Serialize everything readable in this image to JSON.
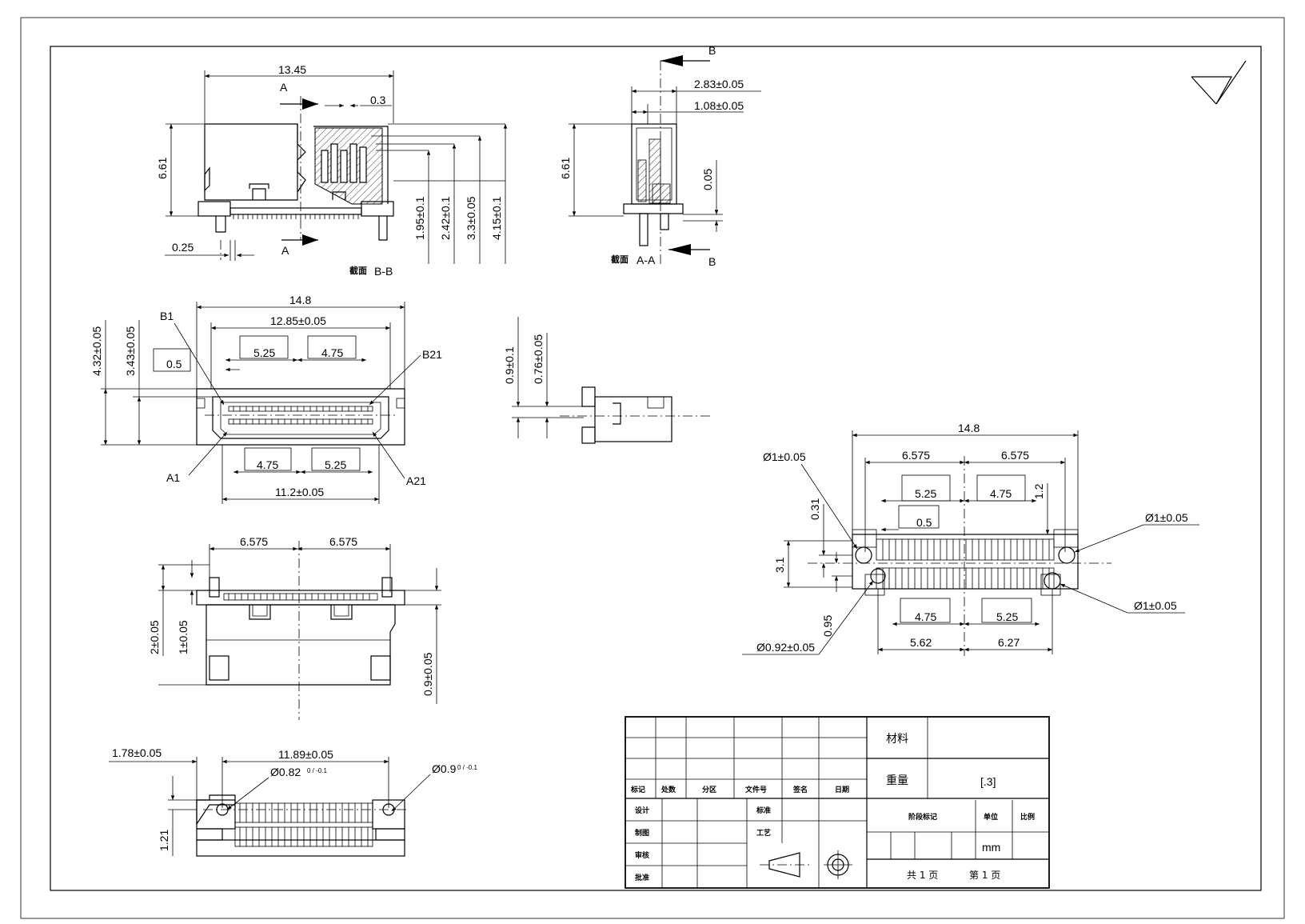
{
  "view_top_left": {
    "width_top": "13.45",
    "height": "6.61",
    "pitch": "0.3",
    "offset": "0.25",
    "section_marker": "A",
    "dims_right": [
      "1.95±0.1",
      "2.42±0.1",
      "3.3±0.05",
      "4.15±0.1"
    ],
    "section_label": "截面",
    "section_name": "B-B"
  },
  "view_top_mid": {
    "marker": "B",
    "dim_a": "2.83±0.05",
    "dim_b": "1.08±0.05",
    "height": "6.61",
    "dim_c": "0.05",
    "section_label": "截面",
    "section_name": "A-A"
  },
  "view_front": {
    "width": "14.8",
    "inner": "12.85±0.05",
    "dim_525": "5.25",
    "dim_475": "4.75",
    "dim_05": "0.5",
    "h1": "4.32±0.05",
    "h2": "3.43±0.05",
    "b1": "B1",
    "b21": "B21",
    "a1": "A1",
    "a21": "A21",
    "bottom_475": "4.75",
    "bottom_525": "5.25",
    "bottom": "11.2±0.05"
  },
  "view_side_small": {
    "d1": "0.9±0.1",
    "d2": "0.76±0.05"
  },
  "view_bottom": {
    "left": "6.575",
    "right": "6.575",
    "h1": "2±0.05",
    "h2": "1±0.05",
    "h3": "0.9±0.05"
  },
  "view_pcb": {
    "width": "11.89±0.05",
    "left": "1.78±0.05",
    "hole_left": "Ø0.82",
    "hole_left_tol": "0 / -0.1",
    "hole_right": "Ø0.9",
    "hole_right_tol": "0 / -0.1",
    "height": "1.21"
  },
  "view_footprint": {
    "width": "14.8",
    "left": "6.575",
    "right": "6.575",
    "d525": "5.25",
    "d475": "4.75",
    "d05": "0.5",
    "d12": "1.2",
    "d031": "0.31",
    "d31": "3.1",
    "d095": "0.95",
    "hole_tl": "Ø1±0.05",
    "hole_tr": "Ø1±0.05",
    "hole_br": "Ø1±0.05",
    "hole_bl": "Ø0.92±0.05",
    "b475": "4.75",
    "b525": "5.25",
    "b562": "5.62",
    "b627": "6.27"
  },
  "title_block": {
    "headers": [
      "标记",
      "处数",
      "分区",
      "文件号",
      "签名",
      "日期"
    ],
    "rows": [
      "设计",
      "制图",
      "审核",
      "批准"
    ],
    "std": "标准",
    "craft": "工艺",
    "material": "材料",
    "weight": "重量",
    "weight_value": "[.3]",
    "stage": "阶段标记",
    "unit": "单位",
    "scale": "比例",
    "unit_value": "mm",
    "pages_total": "共 1 页",
    "page_current": "第 1 页"
  }
}
